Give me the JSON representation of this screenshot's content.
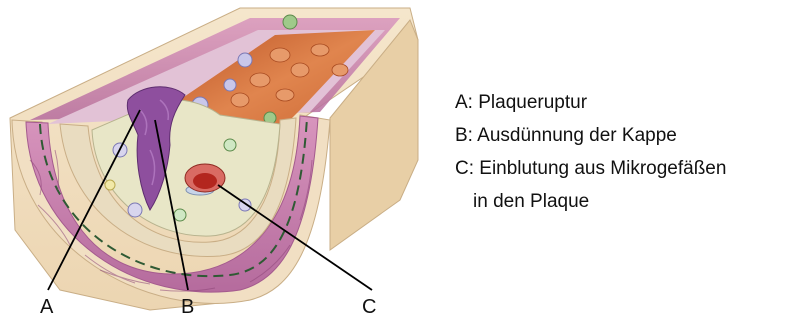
{
  "legend": {
    "line_a": "A: Plaqueruptur",
    "line_b": "B: Ausdünnung der Kappe",
    "line_c1": "C: Einblutung aus Mikrogefäßen",
    "line_c2": "in den Plaque"
  },
  "pointers": {
    "a": "A",
    "b": "B",
    "c": "C"
  },
  "colors": {
    "wall_outer": "#f1dfc3",
    "muscle": "#c77fae",
    "muscle_dark": "#a45a8e",
    "intima": "#d9c8e0",
    "lumen_blood": "#d9703d",
    "plaque": "#e8e6c7",
    "rupture": "#8e4f9e",
    "hemorrhage": "#c0392b",
    "leader_line": "#000000"
  }
}
